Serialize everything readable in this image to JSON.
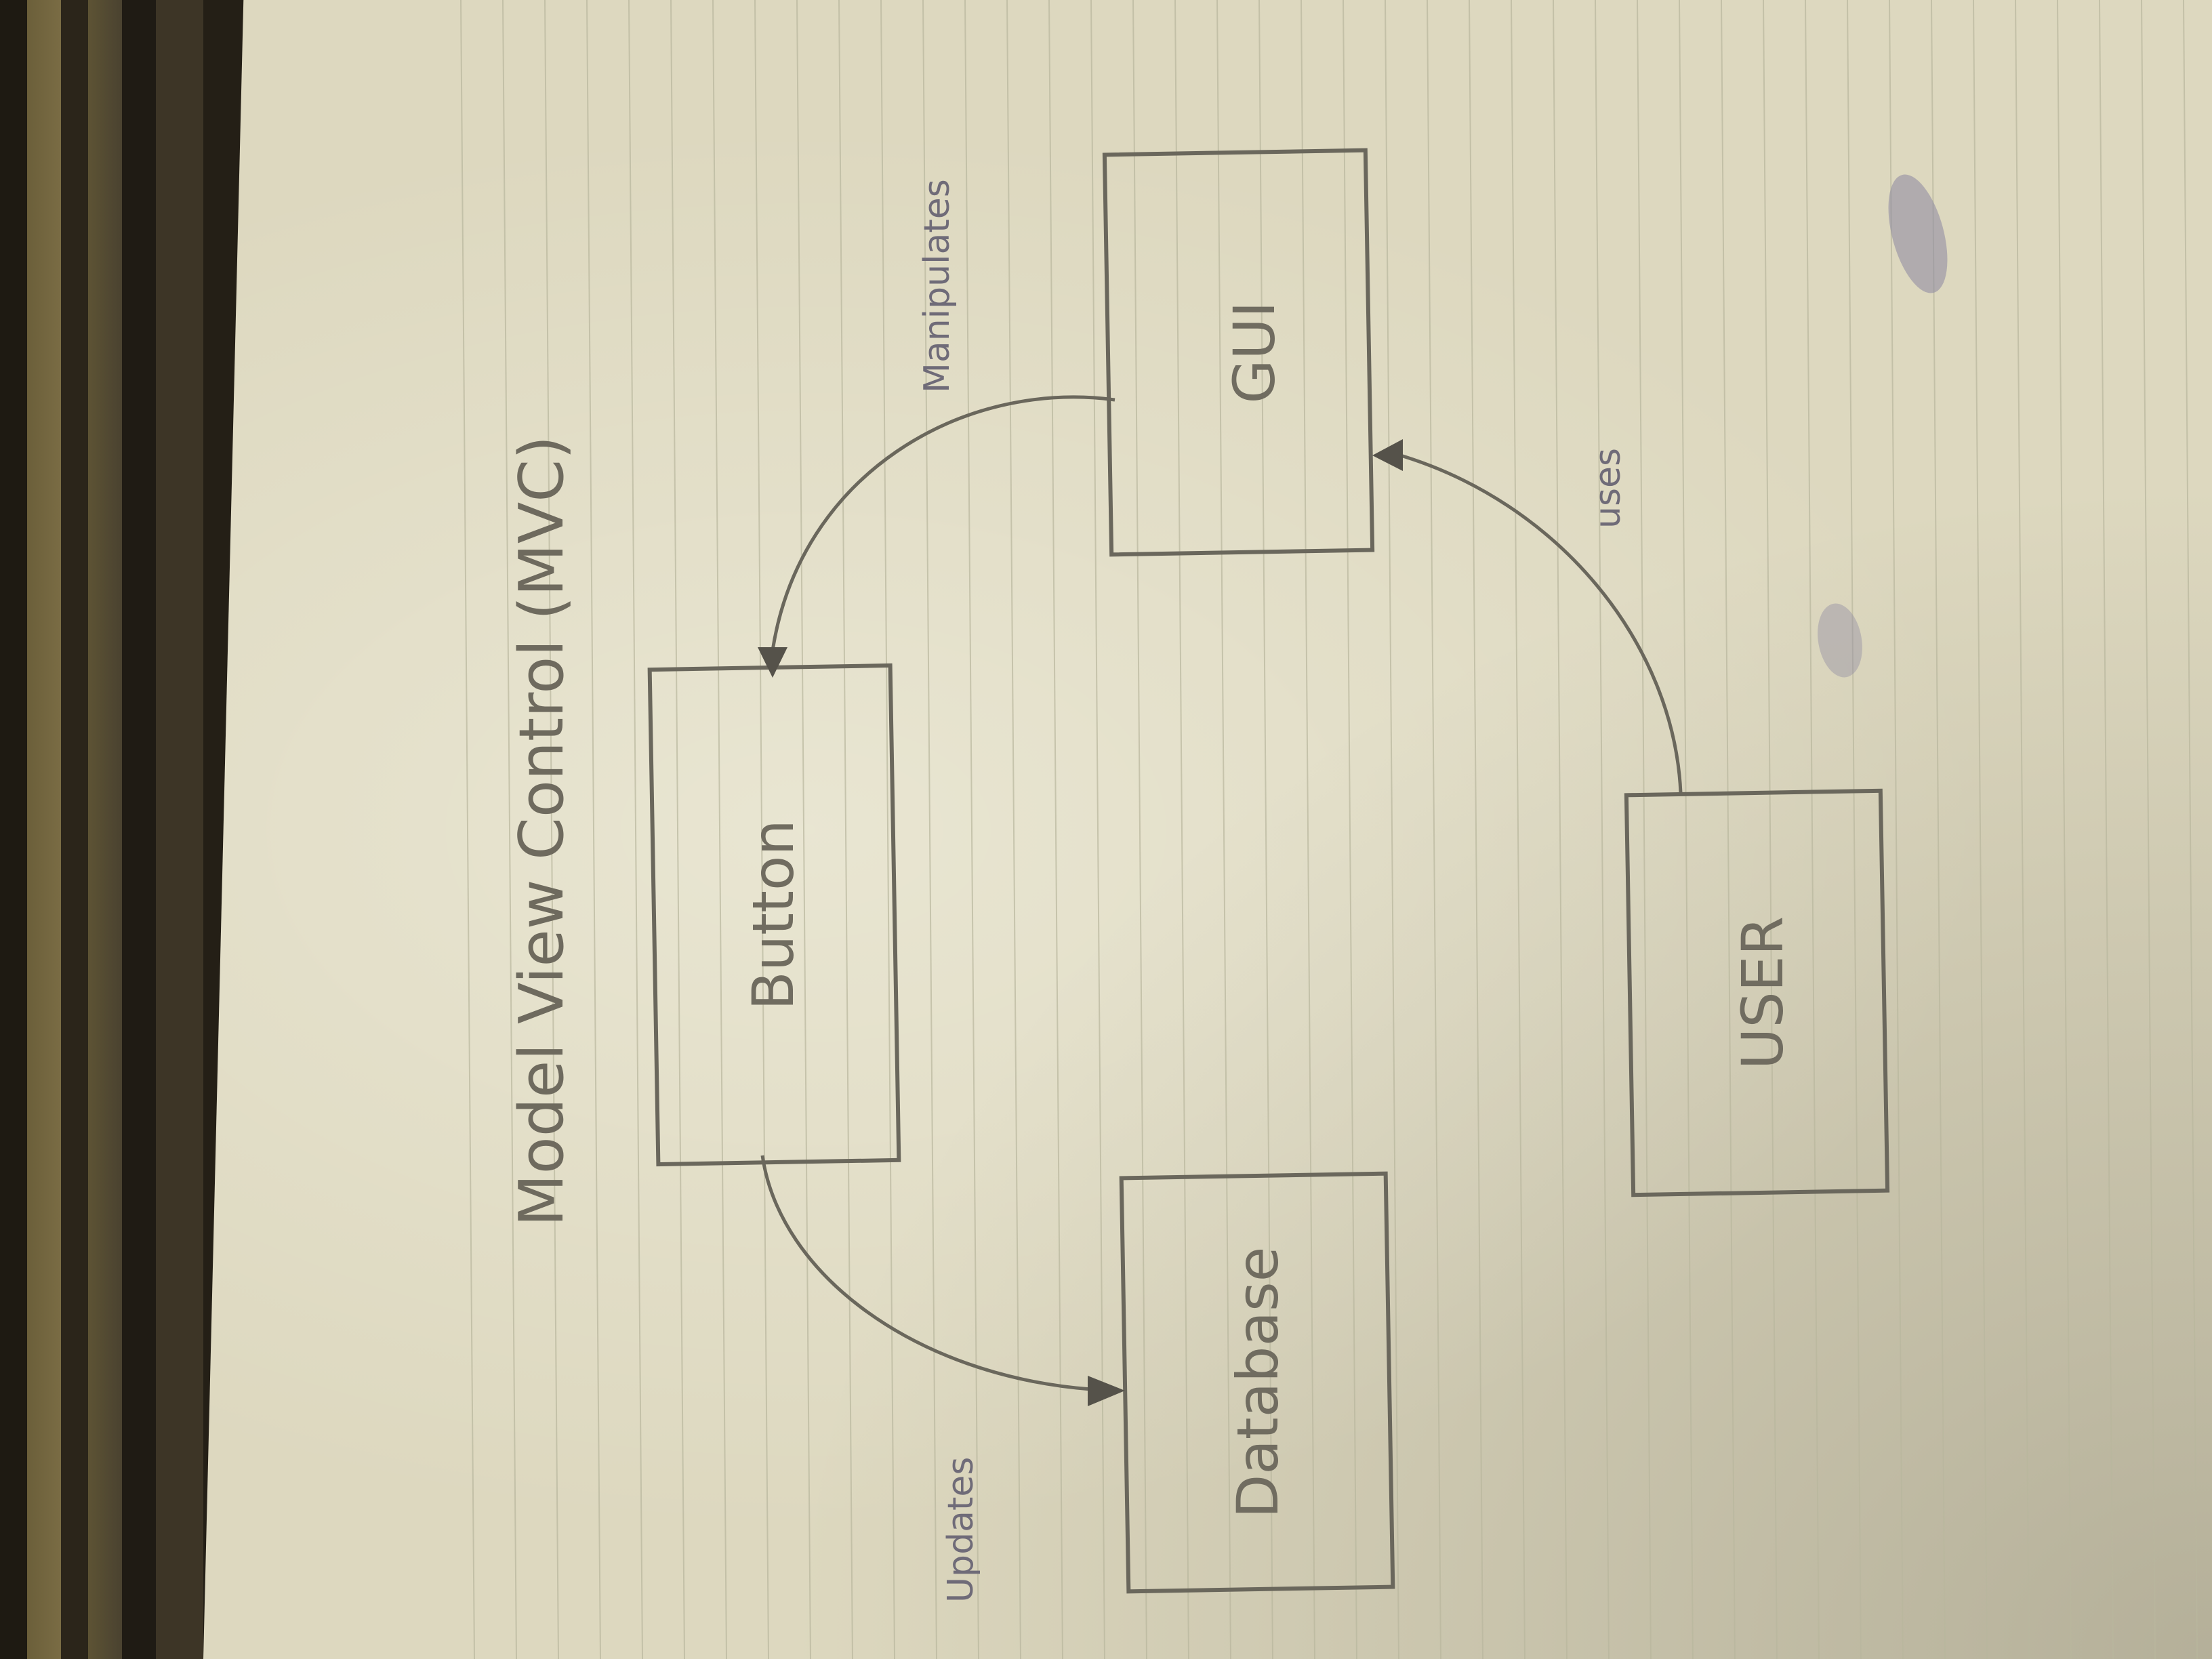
{
  "title": "Model View Control (MVC)",
  "nodes": [
    {
      "id": "button",
      "label": "Button"
    },
    {
      "id": "gui",
      "label": "GUI"
    },
    {
      "id": "database",
      "label": "Database"
    },
    {
      "id": "user",
      "label": "USER"
    }
  ],
  "edges": [
    {
      "from": "gui",
      "to": "button",
      "label": "Manipulates"
    },
    {
      "from": "button",
      "to": "database",
      "label": "Updates"
    },
    {
      "from": "user",
      "to": "gui",
      "label": "uses"
    }
  ],
  "colors": {
    "paper": "#ddd8bf",
    "pencil": "#6a675c",
    "fabric": "#2b251a"
  }
}
